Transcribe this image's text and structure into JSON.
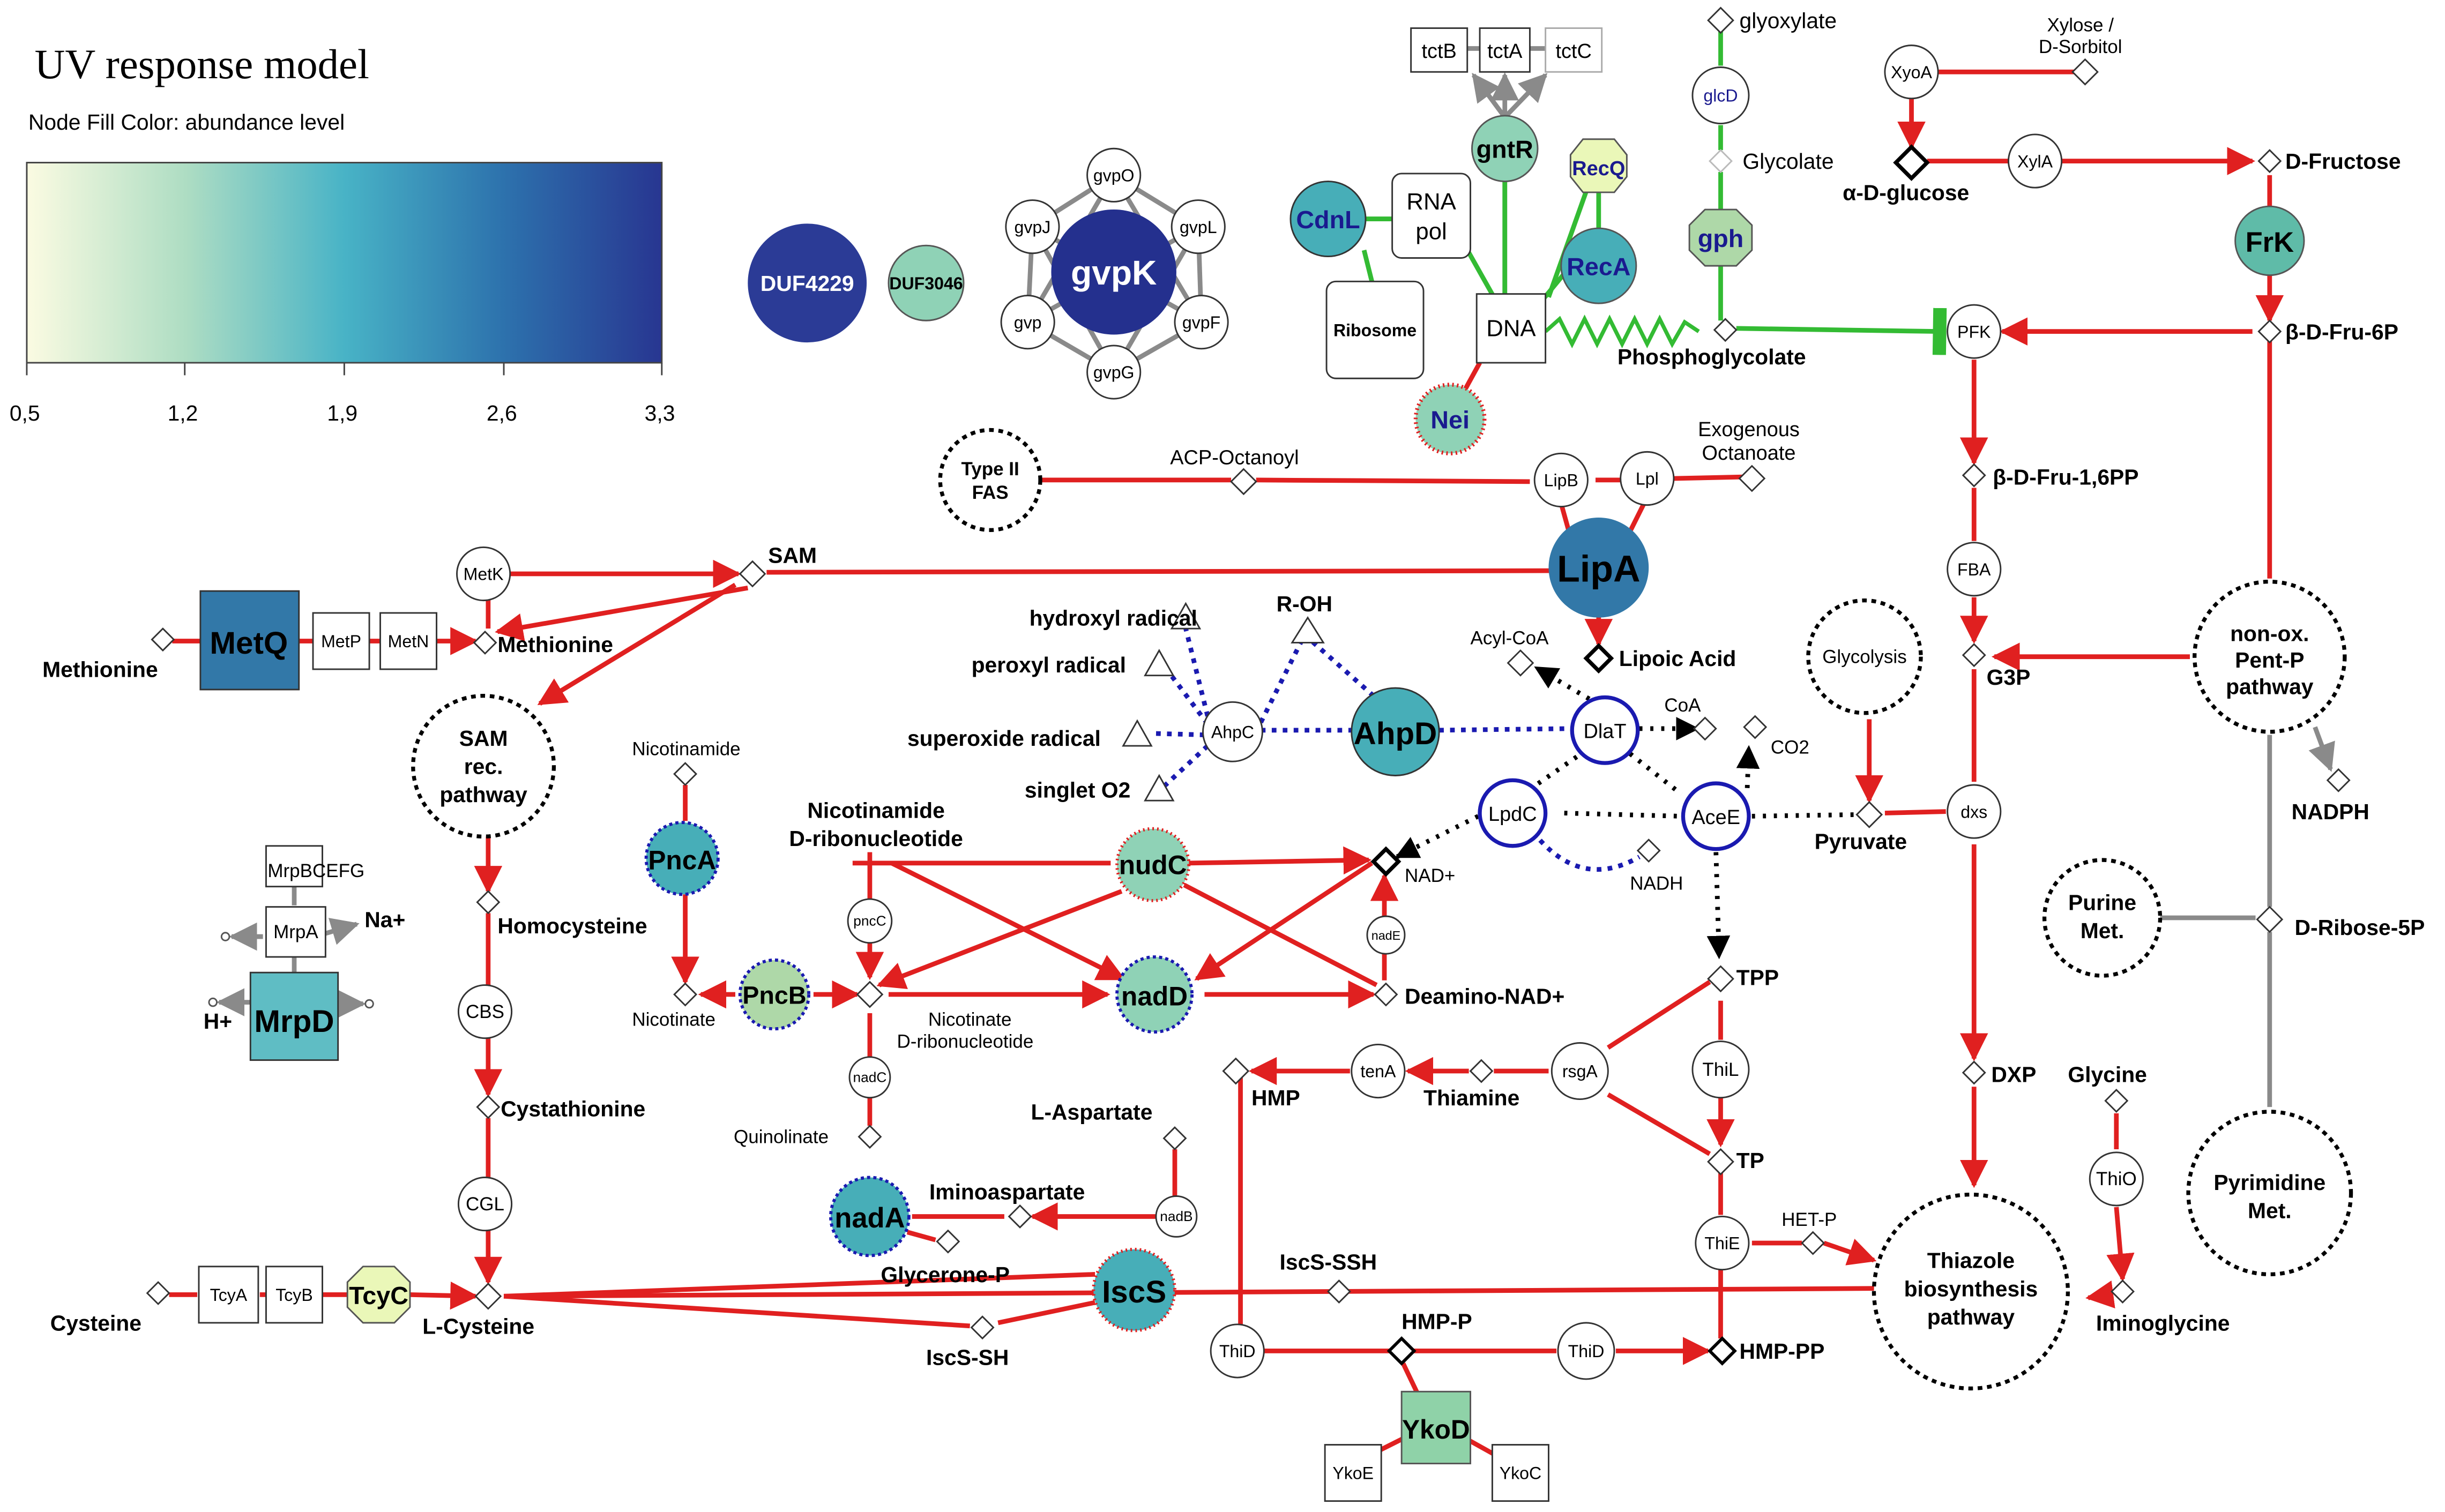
{
  "title": "UV response model",
  "legend": {
    "caption": "Node Fill Color:  abundance level",
    "ticks": [
      "0,5",
      "1,2",
      "1,9",
      "2,6",
      "3,3"
    ],
    "colors": [
      "#fbfbe2",
      "#aeddc3",
      "#48b3c6",
      "#2d72ad",
      "#283691"
    ]
  },
  "colors": {
    "red_edge": "#e02020",
    "green_edge": "#33bb33",
    "gray_edge": "#8a8a8a",
    "blue_edge": "#1a1ab0",
    "dark_blue": "#2b3b96",
    "navy": "#24308e",
    "teal": "#47aeb8",
    "steel": "#3278a8",
    "mint": "#8fd2b6",
    "yellow": "#eaf7b8",
    "white": "#ffffff"
  },
  "node_labels": {
    "DUF4229": "DUF4229",
    "DUF3046": "DUF3046",
    "gvpK": "gvpK",
    "gvpO": "gvpO",
    "gvpJ": "gvpJ",
    "gvpL": "gvpL",
    "gvp": "gvp",
    "gvpF": "gvpF",
    "gvpG": "gvpG",
    "tctB": "tctB",
    "tctA": "tctA",
    "tctC": "tctC",
    "gntR": "gntR",
    "RecQ": "RecQ",
    "RecA": "RecA",
    "CdnL": "CdnL",
    "RNApol1": "RNA",
    "RNApol2": "pol",
    "Ribosome": "Ribosome",
    "DNA": "DNA",
    "Nei": "Nei",
    "Phosphoglycolate": "Phosphoglycolate",
    "glyoxylate": "glyoxylate",
    "glcD": "glcD",
    "Glycolate": "Glycolate",
    "gph": "gph",
    "Xylose1": "Xylose /",
    "Xylose2": "D-Sorbitol",
    "XyoA": "XyoA",
    "XylA": "XylA",
    "aDglucose": "α-D-glucose",
    "DFructose": "D-Fructose",
    "FrK": "FrK",
    "BDFru6P": "β-D-Fru-6P",
    "PFK": "PFK",
    "BDFru16PP": "β-D-Fru-1,6PP",
    "FBA": "FBA",
    "G3P": "G3P",
    "nonox1": "non-ox.",
    "nonox2": "Pent-P",
    "nonox3": "pathway",
    "NADPH": "NADPH",
    "Glycolysis": "Glycolysis",
    "dxs": "dxs",
    "Pyruvate": "Pyruvate",
    "DRibose5P": "D-Ribose-5P",
    "Purine1": "Purine",
    "Purine2": "Met.",
    "Pyrimidine1": "Pyrimidine",
    "Pyrimidine2": "Met.",
    "DXP": "DXP",
    "Glycine": "Glycine",
    "ThiO": "ThiO",
    "Iminoglycine": "Iminoglycine",
    "Thiazole1": "Thiazole",
    "Thiazole2": "biosynthesis",
    "Thiazole3": "pathway",
    "TypeII1": "Type II",
    "TypeII2": "FAS",
    "ACPOctanoyl": "ACP-Octanoyl",
    "LipB": "LipB",
    "Lpl": "Lpl",
    "ExoOct1": "Exogenous",
    "ExoOct2": "Octanoate",
    "LipA": "LipA",
    "LipoicAcid": "Lipoic Acid",
    "AcylCoA": "Acyl-CoA",
    "CoA": "CoA",
    "CO2": "CO2",
    "DlaT": "DlaT",
    "LpdC": "LpdC",
    "AceE": "AceE",
    "NADH": "NADH",
    "hydroxyl": "hydroxyl radical",
    "peroxyl": "peroxyl radical",
    "superoxide": "superoxide radical",
    "singletO2": "singlet O2",
    "ROH": "R-OH",
    "AhpC": "AhpC",
    "AhpD": "AhpD",
    "MetK": "MetK",
    "SAM": "SAM",
    "MetQ": "MetQ",
    "MetP": "MetP",
    "MetN": "MetN",
    "Methionine": "Methionine",
    "Methionine2": "Methionine",
    "SAMrec1": "SAM",
    "SAMrec2": "rec.",
    "SAMrec3": "pathway",
    "Homocysteine": "Homocysteine",
    "CBS": "CBS",
    "Cystathionine": "Cystathionine",
    "CGL": "CGL",
    "LCysteine": "L-Cysteine",
    "Cysteine": "Cysteine",
    "TcyA": "TcyA",
    "TcyB": "TcyB",
    "TcyC": "TcyC",
    "MrpBCEFG": "MrpBCEFG",
    "MrpA": "MrpA",
    "Nap": "Na+",
    "Hp": "H+",
    "MrpD": "MrpD",
    "Nicotinamide": "Nicotinamide",
    "PncA": "PncA",
    "Nicotinate": "Nicotinate",
    "PncB": "PncB",
    "NicoRibo1": "Nicotinamide",
    "NicoRibo2": "D-ribonucleotide",
    "pncC": "pncC",
    "nudC": "nudC",
    "NADp": "NAD+",
    "nadE": "nadE",
    "nadD": "nadD",
    "DeaminoNAD": "Deamino-NAD+",
    "NicatRibo1": "Nicotinate",
    "NicatRibo2": "D-ribonucleotide",
    "nadC": "nadC",
    "Quinolinate": "Quinolinate",
    "LAspartate": "L-Aspartate",
    "Iminoaspartate": "Iminoaspartate",
    "nadA": "nadA",
    "nadB": "nadB",
    "GlyceroneP": "Glycerone-P",
    "IscS": "IscS",
    "IscSSH": "IscS-SSH",
    "IscSSH2": "IscS-SH",
    "TPP": "TPP",
    "ThiL": "ThiL",
    "TP": "TP",
    "rsgA": "rsgA",
    "Thiamine": "Thiamine",
    "tenA": "tenA",
    "HMP": "HMP",
    "HETP": "HET-P",
    "ThiE": "ThiE",
    "ThiD1": "ThiD",
    "ThiD2": "ThiD",
    "HMPP": "HMP-P",
    "HMPPP": "HMP-PP",
    "YkoD": "YkoD",
    "YkoE": "YkoE",
    "YkoC": "YkoC"
  }
}
